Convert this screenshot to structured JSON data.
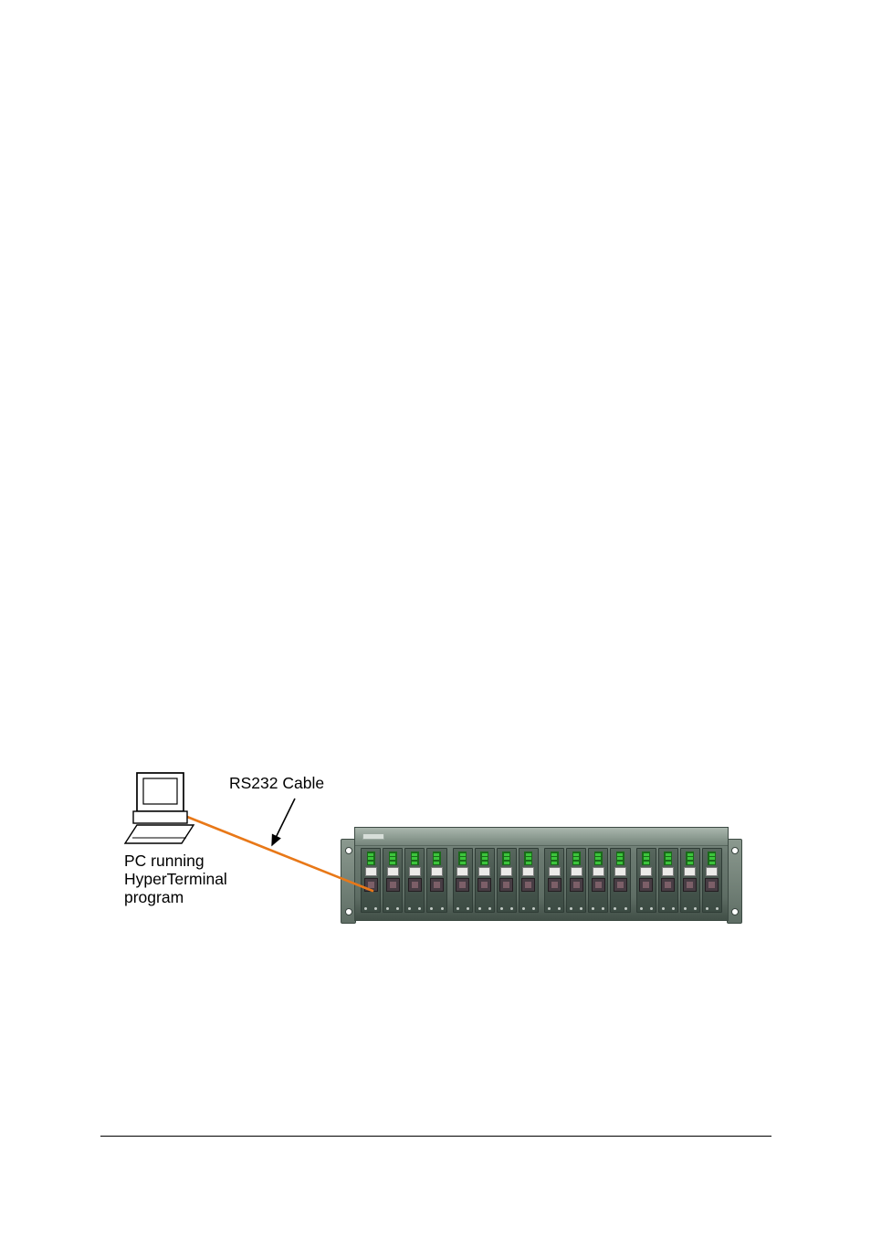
{
  "page": {
    "background": "#ffffff"
  },
  "diagram": {
    "cable_label": "RS232 Cable",
    "pc_caption_lines": [
      "PC running",
      "HyperTerminal",
      "program"
    ],
    "colors": {
      "cable": "#e87818",
      "led_green": "#3cc43c",
      "led_dark": "#1a6a1a",
      "port_white": "#ebeae8",
      "fiber_dark": "#473d44",
      "fiber_core": "#7c5f68"
    },
    "chassis": {
      "module_count": 16,
      "modules_per_group": 4
    }
  }
}
